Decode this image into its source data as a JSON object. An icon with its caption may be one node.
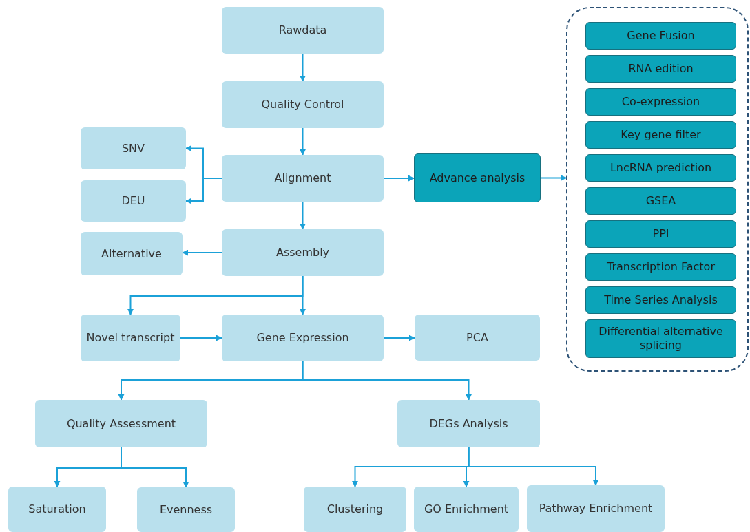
{
  "diagram": {
    "nodes": [
      {
        "text": [
          "Rawdata"
        ]
      },
      {
        "text": [
          "Quality Control"
        ]
      },
      {
        "text": [
          "SNV"
        ]
      },
      {
        "text": [
          "DEU"
        ]
      },
      {
        "text": [
          "Alignment"
        ]
      },
      {
        "text": [
          "Advance analysis"
        ]
      },
      {
        "text": [],
        "shape": "box"
      },
      {
        "text": [
          "Gene Fusion"
        ],
        "in": 6
      },
      {
        "text": [
          "RNA edition"
        ],
        "in": 6
      },
      {
        "text": [
          "Co-expression"
        ],
        "in": 6
      },
      {
        "text": [
          "Key gene filter"
        ],
        "in": 6
      },
      {
        "text": [
          "LncRNA prediction"
        ],
        "in": 6
      },
      {
        "text": [
          "GSEA"
        ],
        "in": 6
      },
      {
        "text": [
          "PPI"
        ],
        "in": 6
      },
      {
        "text": [
          "Transcription Factor"
        ],
        "in": 6
      },
      {
        "text": [
          "Time Series Analysis"
        ],
        "in": 6
      },
      {
        "text": [
          "Differential alternative splicing"
        ],
        "in": 6
      },
      {
        "text": [
          "Alternative"
        ]
      },
      {
        "text": [
          "Assembly"
        ]
      },
      {
        "text": [
          "Novel transcript"
        ]
      },
      {
        "text": [
          "Gene Expression"
        ]
      },
      {
        "text": [
          "PCA"
        ]
      },
      {
        "text": [
          "Quality Assessment"
        ]
      },
      {
        "text": [
          "DEGs Analysis"
        ]
      },
      {
        "text": [
          "Saturation"
        ]
      },
      {
        "text": [
          "Evenness"
        ]
      },
      {
        "text": [
          "Clustering"
        ]
      },
      {
        "text": [
          "GO Enrichment"
        ]
      },
      {
        "text": [
          "Pathway Enrichment"
        ]
      }
    ],
    "edges": [
      {
        "from": 0,
        "to": 1,
        "arrow": "to"
      },
      {
        "from": 1,
        "to": 4,
        "arrow": "to"
      },
      {
        "from": 4,
        "to": 2,
        "arrow": "to"
      },
      {
        "from": 4,
        "to": 3,
        "arrow": "to"
      },
      {
        "from": 4,
        "to": 5,
        "arrow": "to"
      },
      {
        "from": 5,
        "to": 6,
        "arrow": "to"
      },
      {
        "from": 4,
        "to": 18,
        "arrow": "to"
      },
      {
        "from": 18,
        "to": 17,
        "arrow": "to"
      },
      {
        "from": 18,
        "to": 19,
        "arrow": "to"
      },
      {
        "from": 18,
        "to": 20,
        "arrow": "to"
      },
      {
        "from": 19,
        "to": 20,
        "arrow": "to"
      },
      {
        "from": 20,
        "to": 21,
        "arrow": "to"
      },
      {
        "from": 20,
        "to": 22,
        "arrow": "to"
      },
      {
        "from": 20,
        "to": 23,
        "arrow": "to"
      },
      {
        "from": 22,
        "to": 24,
        "arrow": "to"
      },
      {
        "from": 22,
        "to": 25,
        "arrow": "to"
      },
      {
        "from": 23,
        "to": 26,
        "arrow": "to"
      },
      {
        "from": 23,
        "to": 27,
        "arrow": "to"
      },
      {
        "from": 23,
        "to": 28,
        "arrow": "to"
      }
    ]
  }
}
